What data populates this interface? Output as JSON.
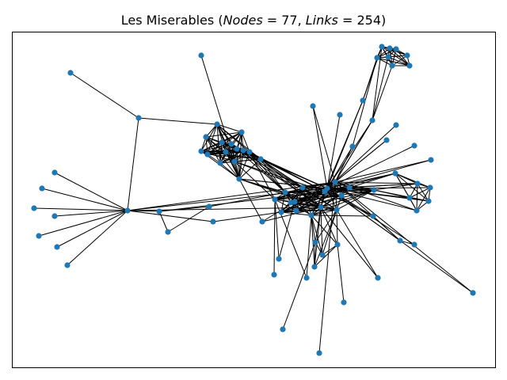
{
  "figure": {
    "title_prefix": "Les Miserables (",
    "title_nodes_label": "Nodes",
    "title_nodes_value": "77",
    "title_links_label": "Links",
    "title_links_value": "254",
    "title_suffix": ")"
  },
  "graph": {
    "node_color": "#1f77b4",
    "edge_color": "#000000",
    "node_count": 77,
    "link_count": 254
  }
}
